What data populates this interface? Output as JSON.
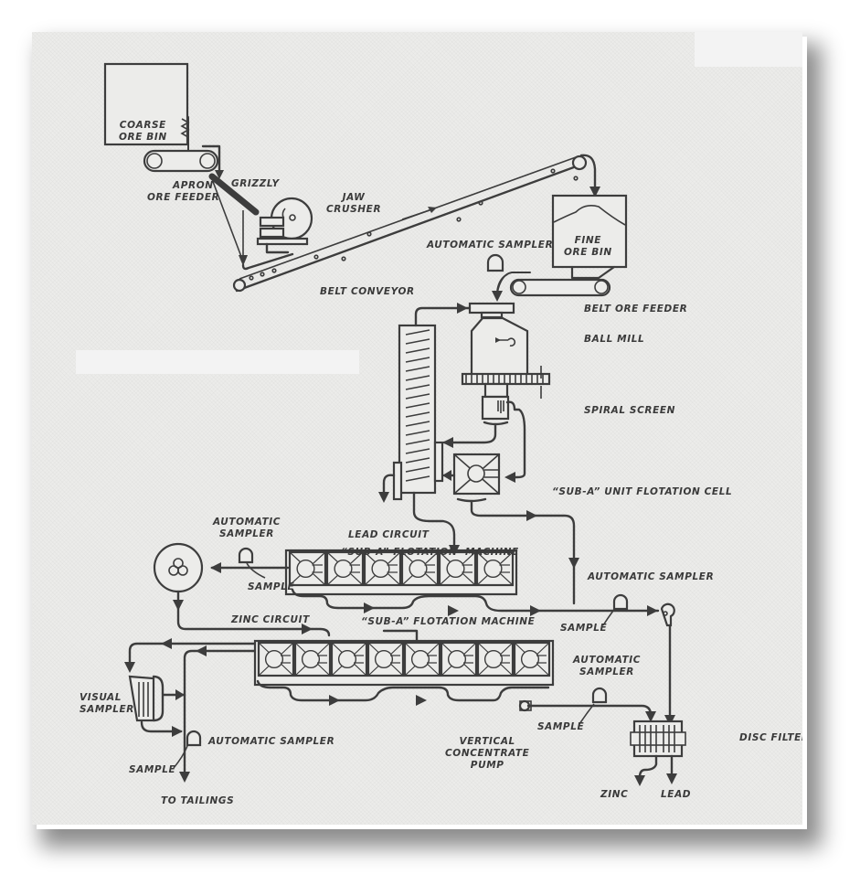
{
  "diagram": {
    "title": "Ore milling and flotation flowsheet",
    "colors": {
      "ink": "#3d3d3d",
      "paper": "#ececea",
      "label": "#3a3a3a"
    },
    "labels": {
      "coarse_ore_bin": [
        "COARSE",
        "ORE BIN"
      ],
      "apron_ore_feeder": [
        "APRON",
        "ORE FEEDER"
      ],
      "grizzly": "GRIZZLY",
      "jaw_crusher": [
        "JAW",
        "CRUSHER"
      ],
      "belt_conveyor": "BELT CONVEYOR",
      "fine_ore_bin": [
        "FINE",
        "ORE BIN"
      ],
      "automatic_sampler_top": "AUTOMATIC SAMPLER",
      "belt_ore_feeder": "BELT ORE FEEDER",
      "ball_mill": "BALL MILL",
      "spiral_screen": "SPIRAL SCREEN",
      "unit_flotation_cell": "“SUB-A” UNIT FLOTATION CELL",
      "automatic_sampler_left": [
        "AUTOMATIC",
        "SAMPLER"
      ],
      "lead_circuit": "LEAD CIRCUIT",
      "lead_flotation_machine_a": "“SUB-A” FLOTATION",
      "lead_flotation_machine_b": "MACHINE",
      "sample_lead": "SAMPLE",
      "automatic_sampler_right": "AUTOMATIC SAMPLER",
      "sample_right": "SAMPLE",
      "zinc_circuit": "ZINC CIRCUIT",
      "zinc_flotation_machine": "“SUB-A” FLOTATION MACHINE",
      "automatic_sampler_zinc": [
        "AUTOMATIC",
        "SAMPLER"
      ],
      "sample_zinc": "SAMPLE",
      "visual_sampler": [
        "VISUAL",
        "SAMPLER"
      ],
      "automatic_sampler_bottom": "AUTOMATIC SAMPLER",
      "sample_bottom": "SAMPLE",
      "to_tailings": "TO TAILINGS",
      "vertical_concentrate_pump": [
        "VERTICAL",
        "CONCENTRATE",
        "PUMP"
      ],
      "disc_filter": "DISC FILTER",
      "zinc": "ZINC",
      "lead": "LEAD"
    },
    "lead_cells": 6,
    "zinc_cells": 8
  }
}
